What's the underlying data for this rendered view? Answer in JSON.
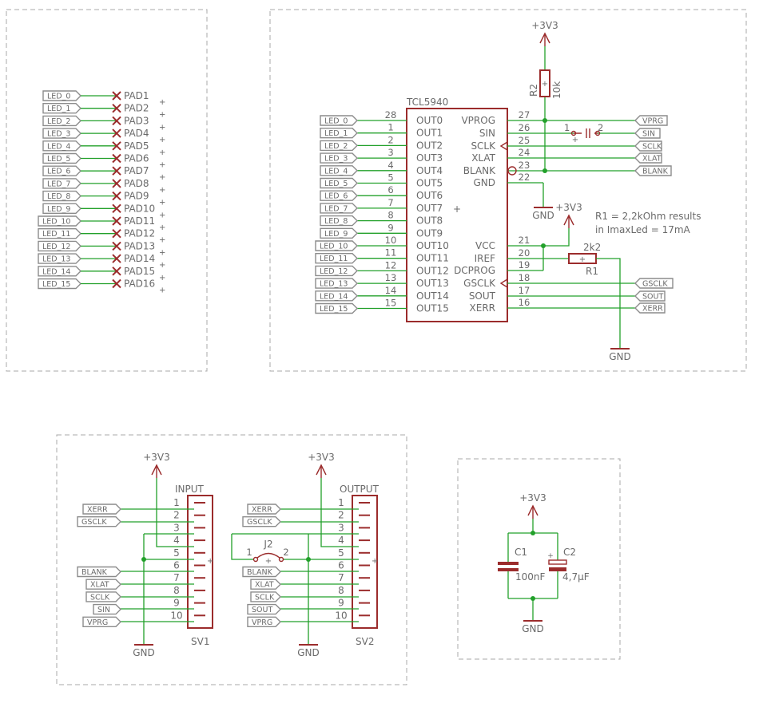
{
  "led_labels": [
    "LED_0",
    "LED_1",
    "LED_2",
    "LED_3",
    "LED_4",
    "LED_5",
    "LED_6",
    "LED_7",
    "LED_8",
    "LED_9",
    "LED_10",
    "LED_11",
    "LED_12",
    "LED_13",
    "LED_14",
    "LED_15"
  ],
  "pads": [
    "PAD1",
    "PAD2",
    "PAD3",
    "PAD4",
    "PAD5",
    "PAD6",
    "PAD7",
    "PAD8",
    "PAD9",
    "PAD10",
    "PAD11",
    "PAD12",
    "PAD13",
    "PAD14",
    "PAD15",
    "PAD16"
  ],
  "ic": {
    "name": "TCL5940",
    "left_pins": [
      {
        "num": "28",
        "name": "OUT0"
      },
      {
        "num": "1",
        "name": "OUT1"
      },
      {
        "num": "2",
        "name": "OUT2"
      },
      {
        "num": "3",
        "name": "OUT3"
      },
      {
        "num": "4",
        "name": "OUT4"
      },
      {
        "num": "5",
        "name": "OUT5"
      },
      {
        "num": "6",
        "name": "OUT6"
      },
      {
        "num": "7",
        "name": "OUT7"
      },
      {
        "num": "8",
        "name": "OUT8"
      },
      {
        "num": "9",
        "name": "OUT9"
      },
      {
        "num": "10",
        "name": "OUT10"
      },
      {
        "num": "11",
        "name": "OUT11"
      },
      {
        "num": "12",
        "name": "OUT12"
      },
      {
        "num": "13",
        "name": "OUT13"
      },
      {
        "num": "14",
        "name": "OUT14"
      },
      {
        "num": "15",
        "name": "OUT15"
      }
    ],
    "right_pins": [
      {
        "num": "27",
        "name": "VPROG"
      },
      {
        "num": "26",
        "name": "SIN"
      },
      {
        "num": "25",
        "name": "SCLK"
      },
      {
        "num": "24",
        "name": "XLAT"
      },
      {
        "num": "23",
        "name": "BLANK"
      },
      {
        "num": "22",
        "name": "GND"
      },
      {
        "num": "21",
        "name": "VCC"
      },
      {
        "num": "20",
        "name": "IREF"
      },
      {
        "num": "19",
        "name": "DCPROG"
      },
      {
        "num": "18",
        "name": "GSCLK"
      },
      {
        "num": "17",
        "name": "SOUT"
      },
      {
        "num": "16",
        "name": "XERR"
      }
    ]
  },
  "right_nets": [
    "VPRG",
    "SIN",
    "SCLK",
    "XLAT",
    "BLANK",
    "GSCLK",
    "SOUT",
    "XERR"
  ],
  "supply": "+3V3",
  "ground": "GND",
  "r2": {
    "name": "R2",
    "value": "10k"
  },
  "r1": {
    "name": "R1",
    "value": "2k2"
  },
  "note": [
    "R1 = 2,2kOhm results",
    "in ImaxLed = 17mA"
  ],
  "jumper": {
    "pin1": "1",
    "pin2": "2"
  },
  "j2": "J2",
  "sv1": {
    "title": "INPUT",
    "name": "SV1",
    "nets": [
      "XERR",
      "GSCLK",
      "",
      "",
      "",
      "BLANK",
      "XLAT",
      "SCLK",
      "SIN",
      "VPRG"
    ]
  },
  "sv2": {
    "title": "OUTPUT",
    "name": "SV2",
    "nets": [
      "XERR",
      "GSCLK",
      "",
      "",
      "",
      "BLANK",
      "XLAT",
      "SCLK",
      "SOUT",
      "VPRG"
    ]
  },
  "header_pins": [
    "1",
    "2",
    "3",
    "4",
    "5",
    "6",
    "7",
    "8",
    "9",
    "10"
  ],
  "c1": {
    "name": "C1",
    "value": "100nF"
  },
  "c2": {
    "name": "C2",
    "value": "4,7µF"
  }
}
